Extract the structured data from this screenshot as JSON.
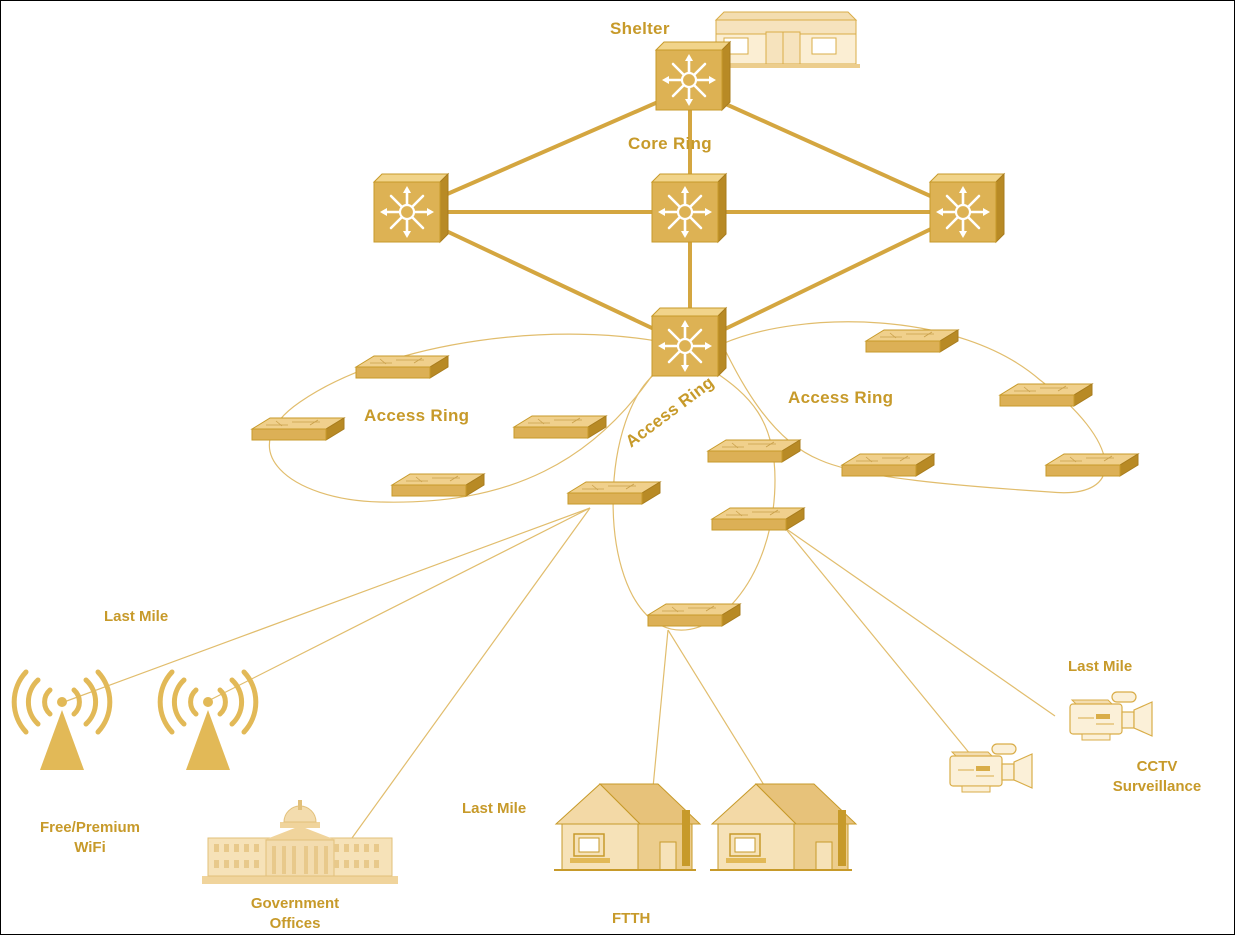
{
  "colors": {
    "primary": "#d9ad48",
    "dark": "#b88a25",
    "light": "#f3ddb0",
    "text": "#c79a2a"
  },
  "labels": {
    "shelter": "Shelter",
    "core_ring": "Core  Ring",
    "access_ring_left": "Access  Ring",
    "access_ring_center": "Access Ring",
    "access_ring_right": "Access  Ring",
    "last_mile_1": "Last Mile",
    "last_mile_2": "Last Mile",
    "last_mile_3": "Last Mile",
    "wifi_line1": "Free/Premium",
    "wifi_line2": "WiFi",
    "gov_line1": "Government",
    "gov_line2": "Offices",
    "ftth": "FTTH",
    "cctv_line1": "CCTV",
    "cctv_line2": "Surveillance"
  },
  "icons": [
    "building-icon",
    "core-switch-icon",
    "access-switch-icon",
    "wifi-tower-icon",
    "government-building-icon",
    "house-icon",
    "cctv-camera-icon"
  ]
}
